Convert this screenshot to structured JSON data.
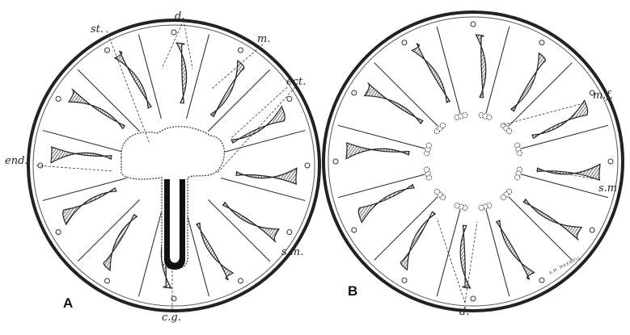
{
  "figure": {
    "panels": [
      {
        "id": "A",
        "label": "A",
        "labels": {
          "st": "st.",
          "d": "d.",
          "m": "m.",
          "ect": "ect.",
          "end": "end.",
          "sm": "s.m.",
          "cg": "c.g."
        }
      },
      {
        "id": "B",
        "label": "B",
        "labels": {
          "mf": "m.f.",
          "sm": "s.m.",
          "d": "d."
        }
      }
    ],
    "signature": "A.M. MAXWELL"
  }
}
